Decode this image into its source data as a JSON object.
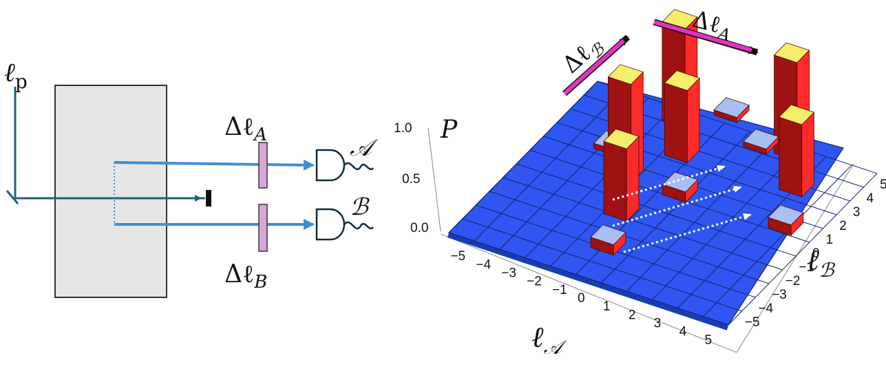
{
  "colors": {
    "pump_beam": "#1f5f7e",
    "signal_beam": "#3f8fce",
    "crystal_fill": "#e6e6e6",
    "crystal_stroke": "#333333",
    "phase_plate": "#d9a6d9",
    "detector_stroke": "#0f2a3a",
    "plane": "#2f56f0",
    "plane_grid": "#11226b",
    "bar_front": "#d81e1e",
    "bar_side": "#9e1212",
    "bar_top_tall": "#f5ee6a",
    "bar_top_short": "#a9bff2",
    "bar_front_tall": "#cc1a1a",
    "bar_right_tall": "#ff2a2a",
    "bar_right_dark": "#8a0f0f",
    "shift_arrow": "#e233c0",
    "dotted_arrow": "#ffffff"
  },
  "setup": {
    "pump_label": "ℓp",
    "plate_A_label": "ΔℓA",
    "plate_B_label": "ΔℓB",
    "detector_A_label": "𝒜",
    "detector_B_label": "ℬ"
  },
  "chart": {
    "z_axis_label": "P",
    "x_axis_label": "ℓ𝒜",
    "y_axis_label": "ℓℬ",
    "z_ticks": [
      "1.0",
      "0.5",
      "0.0"
    ],
    "x_ticks": [
      "−5",
      "−4",
      "−3",
      "−2",
      "−1",
      "0",
      "1",
      "2",
      "3",
      "4",
      "5"
    ],
    "y_ticks": [
      "5",
      "4",
      "3",
      "2",
      "1",
      "0",
      "−1",
      "−2",
      "−3",
      "−4",
      "−5"
    ],
    "shift_A_label": "ΔℓA",
    "shift_B_label": "ΔℓB"
  }
}
